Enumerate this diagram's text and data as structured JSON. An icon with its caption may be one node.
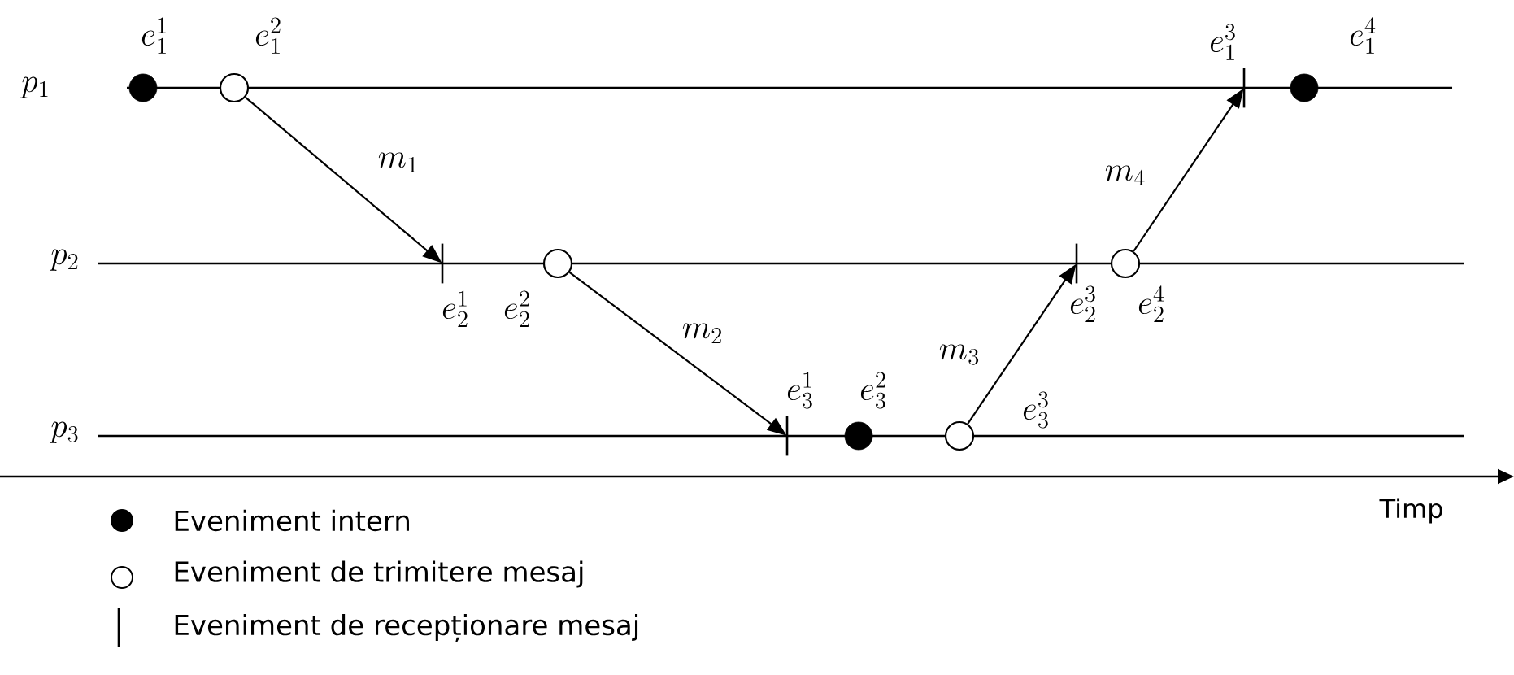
{
  "diagram": {
    "nodes": [
      {
        "text": [],
        "shape": "dot",
        "beside": [
          "e_1^1"
        ]
      },
      {
        "text": [],
        "shape": "circle",
        "beside": [
          "e_1^2"
        ]
      },
      {
        "text": [],
        "shape": "bar",
        "beside": [
          "e_2^1"
        ]
      },
      {
        "text": [],
        "shape": "circle",
        "beside": [
          "e_2^2"
        ]
      },
      {
        "text": [],
        "shape": "bar",
        "beside": [
          "e_3^1"
        ]
      },
      {
        "text": [],
        "shape": "dot",
        "beside": [
          "e_3^2"
        ]
      },
      {
        "text": [],
        "shape": "circle",
        "beside": [
          "e_3^3"
        ]
      },
      {
        "text": [],
        "shape": "bar",
        "beside": [
          "e_2^3"
        ]
      },
      {
        "text": [],
        "shape": "circle",
        "beside": [
          "e_2^4"
        ]
      },
      {
        "text": [],
        "shape": "bar",
        "beside": [
          "e_1^3"
        ]
      },
      {
        "text": [],
        "shape": "dot",
        "beside": [
          "e_1^4"
        ]
      }
    ],
    "edges": [
      {
        "from": 1,
        "to": 2,
        "arrow": "to",
        "label": "m_1"
      },
      {
        "from": 3,
        "to": 4,
        "arrow": "to",
        "label": "m_2"
      },
      {
        "from": 6,
        "to": 7,
        "arrow": "to",
        "label": "m_3"
      },
      {
        "from": 8,
        "to": 9,
        "arrow": "to",
        "label": "m_4"
      }
    ],
    "labels": [
      "p_1",
      "p_2",
      "p_3",
      "Timp"
    ],
    "legend": [
      {
        "text": "Eveniment intern"
      },
      {
        "text": "Eveniment de trimitere mesaj"
      },
      {
        "text": "Eveniment de recepționare mesaj"
      }
    ]
  }
}
